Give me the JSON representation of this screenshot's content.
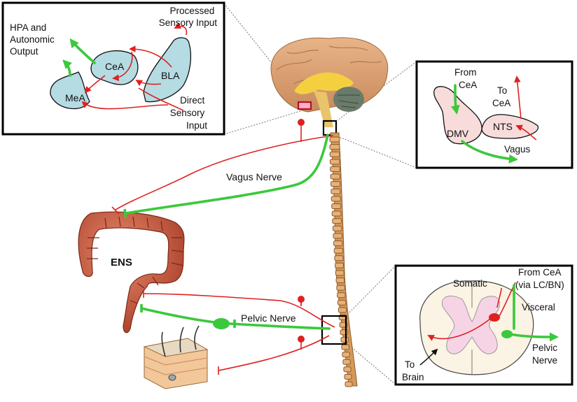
{
  "labels": {
    "hpa_output": [
      "HPA and",
      "Autonomic",
      "Output"
    ],
    "processed_input": [
      "Processed",
      "Sensory Input"
    ],
    "direct_input": [
      "Direct",
      "Sensory",
      "Input"
    ],
    "cea": "CeA",
    "bla": "BLA",
    "mea": "MeA",
    "from_cea": [
      "From",
      "CeA"
    ],
    "to_cea": [
      "To",
      "CeA"
    ],
    "dmv": "DMV",
    "nts": "NTS",
    "vagus": "Vagus",
    "vagus_nerve": "Vagus Nerve",
    "ens": "ENS",
    "pelvic_nerve": "Pelvic Nerve",
    "somatic": "Somatic",
    "from_cea_lc": [
      "From CeA",
      "(via LC/BN)"
    ],
    "visceral": "Visceral",
    "pelvic_nerve_box": [
      "Pelvic",
      "Nerve"
    ],
    "to_brain": [
      "To",
      "Brain"
    ]
  },
  "colors": {
    "efferent_green": "#3cc83c",
    "afferent_red": "#e02020",
    "nucleus_blue": "#b5dbe3",
    "nucleus_pink": "#f8dcdc",
    "gut": "#c0543a",
    "spine": "#d59a5a"
  },
  "icons": {
    "brain": "brain-illustration",
    "spine": "spinal-column-illustration",
    "colon": "colon-illustration",
    "skin": "skin-section-illustration"
  }
}
